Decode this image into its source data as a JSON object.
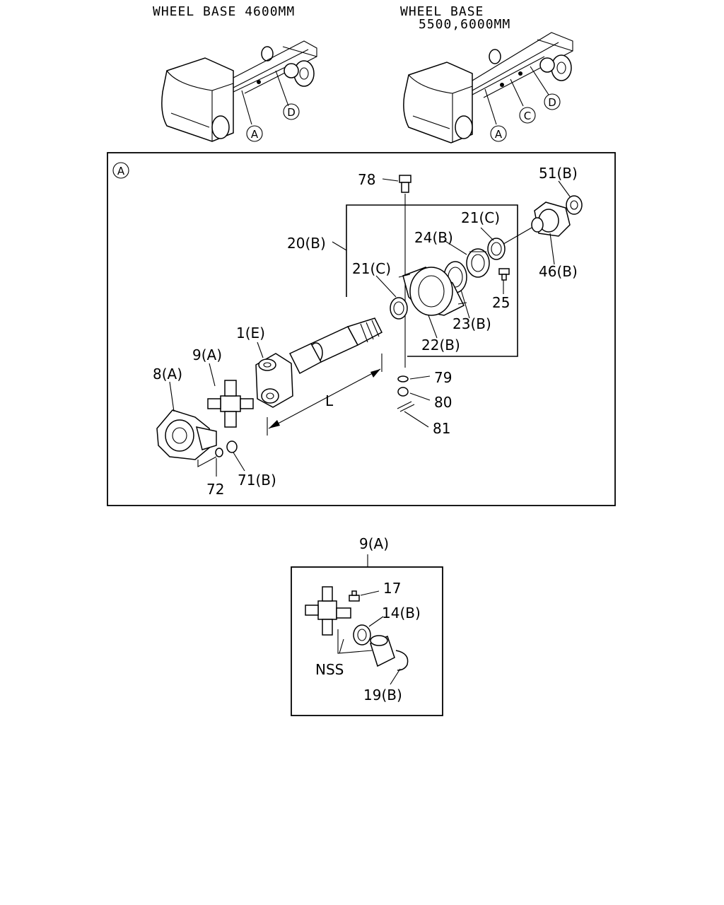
{
  "headers": {
    "wb_4600": "WHEEL BASE 4600MM",
    "wb_long_1": "WHEEL BASE",
    "wb_long_2": "5500,6000MM"
  },
  "markers": {
    "a": "A",
    "c": "C",
    "d": "D"
  },
  "detail_a": {
    "marker": "A",
    "labels": {
      "p78": "78",
      "p51b": "51(B)",
      "p20b": "20(B)",
      "p21c_top": "21(C)",
      "p24b": "24(B)",
      "p21c_mid": "21(C)",
      "p46b": "46(B)",
      "p25": "25",
      "p23b": "23(B)",
      "p22b": "22(B)",
      "p1e": "1(E)",
      "p9a": "9(A)",
      "p8a": "8(A)",
      "p79": "79",
      "p80": "80",
      "p81": "81",
      "dim_l": "L",
      "p72": "72",
      "p71b": "71(B)"
    }
  },
  "detail_9a": {
    "title": "9(A)",
    "labels": {
      "p17": "17",
      "p14b": "14(B)",
      "nss": "NSS",
      "p19b": "19(B)"
    }
  }
}
